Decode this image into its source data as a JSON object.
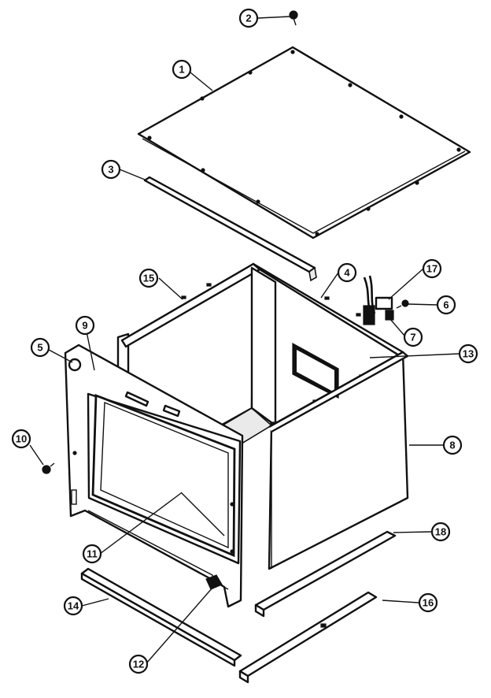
{
  "callouts": [
    {
      "id": "c1",
      "label": "1"
    },
    {
      "id": "c2",
      "label": "2"
    },
    {
      "id": "c3",
      "label": "3"
    },
    {
      "id": "c4",
      "label": "4"
    },
    {
      "id": "c5",
      "label": "5"
    },
    {
      "id": "c6",
      "label": "6"
    },
    {
      "id": "c7",
      "label": "7"
    },
    {
      "id": "c8",
      "label": "8"
    },
    {
      "id": "c9",
      "label": "9"
    },
    {
      "id": "c10",
      "label": "10"
    },
    {
      "id": "c11",
      "label": "11"
    },
    {
      "id": "c12",
      "label": "12"
    },
    {
      "id": "c13",
      "label": "13"
    },
    {
      "id": "c14",
      "label": "14"
    },
    {
      "id": "c15",
      "label": "15"
    },
    {
      "id": "c16",
      "label": "16"
    },
    {
      "id": "c17",
      "label": "17"
    },
    {
      "id": "c18",
      "label": "18"
    }
  ],
  "colors": {
    "line": "#111111",
    "background": "#ffffff"
  }
}
